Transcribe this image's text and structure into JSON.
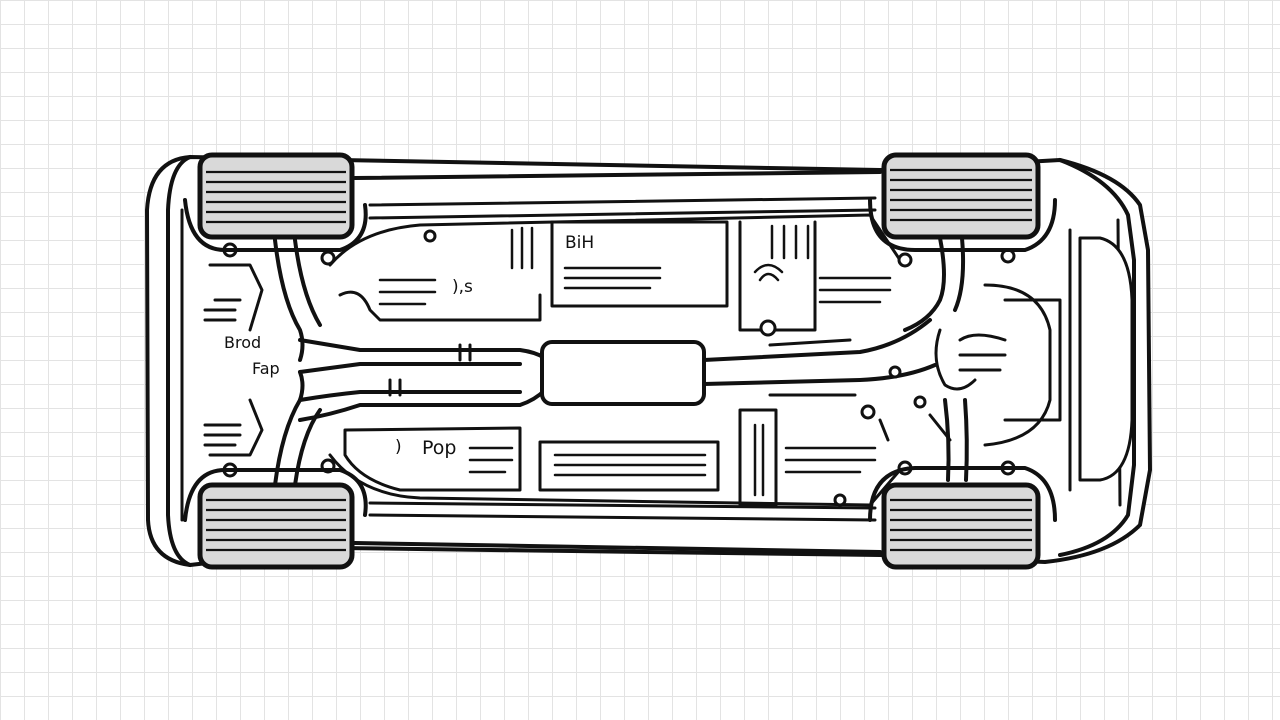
{
  "labels": {
    "bih": "BiH",
    "brod": "Brod",
    "fap": "Fap",
    "pop": "Pop",
    "mark_center": "),s",
    "mark_lower": ")"
  }
}
